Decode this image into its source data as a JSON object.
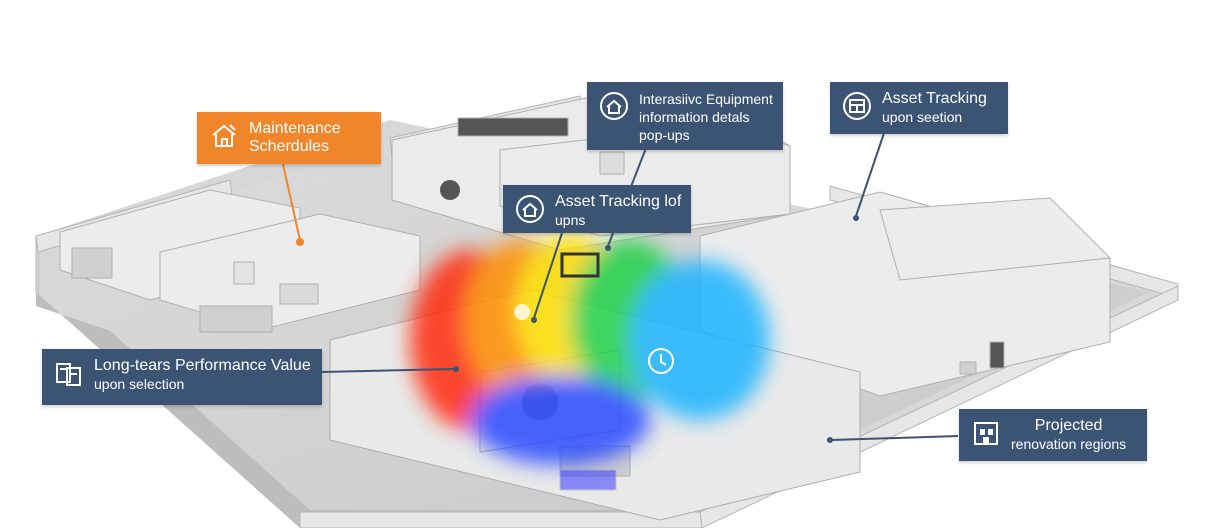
{
  "callouts": {
    "maintenance": {
      "line1": "Maintenance",
      "line2": "Scherdules",
      "icon": "house-wrench-icon",
      "color": "#f0852a"
    },
    "equipment": {
      "line1": "Interasiivc Equipment",
      "line2": "information detals",
      "line3": "pop-ups",
      "icon": "house-info-icon",
      "color": "#3c5474"
    },
    "asset_top": {
      "line1": "Asset Tracking",
      "line2": "upon seetion",
      "icon": "cabinet-icon",
      "color": "#3c5474"
    },
    "asset_mid": {
      "line1": "Asset Tracking lof",
      "line2": "upns",
      "icon": "house-info-icon",
      "color": "#3c5474"
    },
    "performance": {
      "line1": "Long-tears Performance Value",
      "line2": "upon selection",
      "icon": "documents-icon",
      "color": "#3c5474"
    },
    "renovation": {
      "line1": "Projected",
      "line2": "renovation regions",
      "icon": "building-plan-icon",
      "color": "#3c5474"
    }
  },
  "heatmap": {
    "colors": [
      "#ff2a10",
      "#ff8c00",
      "#ffe000",
      "#22d24a",
      "#1ab4ff",
      "#2a4cff"
    ]
  }
}
